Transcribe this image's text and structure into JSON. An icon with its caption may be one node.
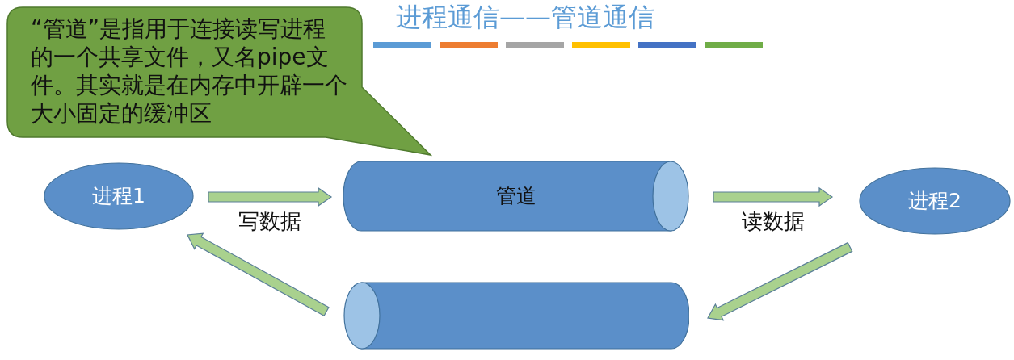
{
  "diagram": {
    "title": "进程通信——管道通信",
    "nodes": [
      {
        "text": [
          "“管道”是指用于连接读写进程的一个共享文件，又名pipe文件。其实就是在内存中开辟一个大小固定的缓冲区"
        ]
      },
      {
        "text": [
          "进程1"
        ]
      },
      {
        "text": [
          "管道"
        ]
      },
      {
        "text": [
          "进程2"
        ]
      },
      {
        "text": [],
        "shape": "cylinder"
      }
    ],
    "edges": [
      {
        "from": 1,
        "to": 2,
        "arrow": "to",
        "label": "写数据"
      },
      {
        "from": 2,
        "to": 3,
        "arrow": "to",
        "label": "读数据"
      },
      {
        "from": 3,
        "to": 4,
        "arrow": "to"
      },
      {
        "from": 4,
        "to": 1,
        "arrow": "to"
      }
    ]
  }
}
